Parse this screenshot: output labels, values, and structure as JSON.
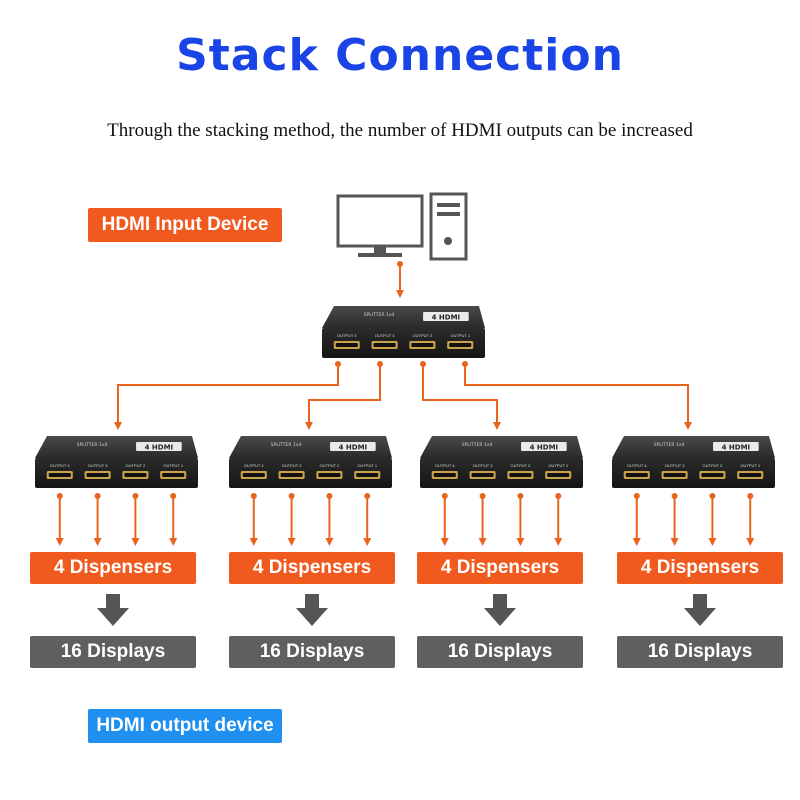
{
  "title": "Stack Connection",
  "subtitle": "Through the stacking method, the number of HDMI outputs can be increased",
  "input_label": "HDMI Input Device",
  "output_label": "HDMI output device",
  "groups": [
    {
      "dispensers": "4 Dispensers",
      "displays": "16 Displays"
    },
    {
      "dispensers": "4 Dispensers",
      "displays": "16 Displays"
    },
    {
      "dispensers": "4 Dispensers",
      "displays": "16 Displays"
    },
    {
      "dispensers": "4 Dispensers",
      "displays": "16 Displays"
    }
  ],
  "splitter": {
    "logo": "4 HDMI",
    "model": "SPLITTER 1x4",
    "ports": [
      "OUTPUT 4",
      "OUTPUT 3",
      "OUTPUT 2",
      "OUTPUT 1"
    ]
  },
  "colors": {
    "title": "#1a44e6",
    "accent": "#f15a1f",
    "output_tag": "#1f8ff0",
    "display_tag": "#5f5f5f"
  },
  "icons": [
    "monitor-icon",
    "pc-tower-icon",
    "down-arrow-icon"
  ]
}
